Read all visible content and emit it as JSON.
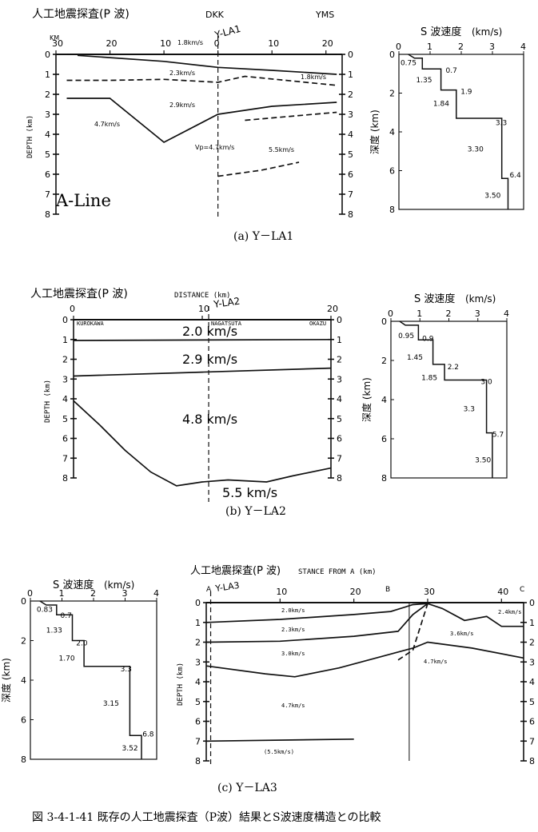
{
  "figure_caption": "図 3-4-1-41 既存の人工地震探査（P波）結果とS波速度構造との比較",
  "chart_data": [
    {
      "id": "a_p",
      "type": "line",
      "panel_caption": "(a) Y－LA1",
      "title": "人工地震探査(P 波)",
      "x_unit": "KM",
      "xlim": [
        30,
        -23
      ],
      "x_ticks": [
        "30",
        "20",
        "10",
        "0",
        "10",
        "20"
      ],
      "ylabel": "DEPTH (km)",
      "ylim": [
        0,
        8
      ],
      "y_ticks": [
        "0",
        "1",
        "2",
        "3",
        "4",
        "5",
        "6",
        "7",
        "8"
      ],
      "line_name": "A-Line",
      "stations": [
        "DKK",
        "YMS",
        "Y-LA1"
      ],
      "velocities": [
        "1.8km/s",
        "2.3km/s",
        "1.8km/s",
        "2.9km/s",
        "4.7km/s",
        "Vp=4.7km/s",
        "5.5km/s"
      ],
      "series": [
        {
          "values": [
            [
              28,
              0
            ],
            [
              0,
              0
            ],
            [
              -22,
              0
            ]
          ]
        },
        {
          "values": [
            [
              26,
              0.05
            ],
            [
              10,
              0.35
            ],
            [
              0,
              0.65
            ],
            [
              -10,
              0.8
            ],
            [
              -22,
              1.0
            ]
          ]
        },
        {
          "values": [
            [
              28,
              1.3
            ],
            [
              20,
              1.3
            ],
            [
              10,
              1.25
            ],
            [
              0,
              1.4
            ],
            [
              -5,
              1.1
            ],
            [
              -22,
              1.55
            ]
          ],
          "dashed_parts": true
        },
        {
          "values": [
            [
              28,
              2.2
            ],
            [
              20,
              2.2
            ],
            [
              10,
              4.4
            ],
            [
              0,
              3.0
            ],
            [
              -10,
              2.6
            ],
            [
              -22,
              2.4
            ]
          ]
        },
        {
          "values": [
            [
              -5,
              3.3
            ],
            [
              -22,
              2.9
            ]
          ],
          "dashed_parts": true
        },
        {
          "values": [
            [
              0,
              6.1
            ],
            [
              -8,
              5.8
            ],
            [
              -15,
              5.4
            ]
          ],
          "dashed_parts": true
        }
      ]
    },
    {
      "id": "a_s",
      "type": "line",
      "title": "S 波速度",
      "unit": "(km/s)",
      "ylabel": "深度 (km)",
      "xlim": [
        0,
        4
      ],
      "ylim": [
        0,
        8
      ],
      "x_ticks": [
        "0",
        "1",
        "2",
        "3",
        "4"
      ],
      "y_ticks": [
        "0",
        "2",
        "4",
        "6",
        "8"
      ],
      "profile": [
        [
          0.3,
          0
        ],
        [
          0.5,
          0.2
        ],
        [
          0.75,
          0.2
        ],
        [
          0.75,
          0.75
        ],
        [
          1.35,
          0.75
        ],
        [
          1.35,
          1.84
        ],
        [
          1.84,
          1.84
        ],
        [
          1.84,
          3.3
        ],
        [
          3.3,
          3.3
        ],
        [
          3.3,
          6.4
        ],
        [
          3.5,
          6.4
        ],
        [
          3.5,
          8
        ]
      ],
      "labels": [
        "0.75",
        "0.7",
        "1.35",
        "1.9",
        "1.84",
        "3.3",
        "3.30",
        "6.4",
        "3.50"
      ]
    },
    {
      "id": "b_p",
      "type": "line",
      "panel_caption": "(b) Y－LA2",
      "title": "人工地震探査(P 波)",
      "xlabel": "DISTANCE (km)",
      "xlim": [
        0,
        20
      ],
      "x_ticks": [
        "0",
        "10",
        "20"
      ],
      "ylabel": "DEPTH (km)",
      "ylim": [
        0,
        8
      ],
      "y_ticks": [
        "0",
        "1",
        "2",
        "3",
        "4",
        "5",
        "6",
        "7",
        "8"
      ],
      "stations": [
        "KUROKAWA",
        "NAGATSUTA",
        "OKAZU",
        "Y-LA2"
      ],
      "velocities": [
        "2.0 km/s",
        "2.9 km/s",
        "4.8 km/s",
        "5.5 km/s"
      ],
      "series": [
        {
          "values": [
            [
              0,
              0
            ],
            [
              20,
              0
            ]
          ]
        },
        {
          "values": [
            [
              0,
              1.05
            ],
            [
              20,
              1.0
            ]
          ]
        },
        {
          "values": [
            [
              0,
              2.85
            ],
            [
              10,
              2.65
            ],
            [
              20,
              2.45
            ]
          ]
        },
        {
          "values": [
            [
              0,
              4.1
            ],
            [
              2,
              5.3
            ],
            [
              4,
              6.6
            ],
            [
              6,
              7.7
            ],
            [
              8,
              8.4
            ],
            [
              10,
              8.2
            ],
            [
              12,
              8.1
            ],
            [
              15,
              8.2
            ],
            [
              17,
              7.9
            ],
            [
              20,
              7.5
            ]
          ]
        }
      ]
    },
    {
      "id": "b_s",
      "type": "line",
      "title": "S 波速度",
      "unit": "(km/s)",
      "ylabel": "深度 (km)",
      "xlim": [
        0,
        4
      ],
      "ylim": [
        0,
        8
      ],
      "x_ticks": [
        "0",
        "1",
        "2",
        "3",
        "4"
      ],
      "y_ticks": [
        "0",
        "2",
        "4",
        "6",
        "8"
      ],
      "profile": [
        [
          0.3,
          0
        ],
        [
          0.5,
          0.2
        ],
        [
          0.95,
          0.2
        ],
        [
          0.95,
          0.95
        ],
        [
          1.45,
          0.95
        ],
        [
          1.45,
          2.2
        ],
        [
          1.85,
          2.2
        ],
        [
          1.85,
          3.0
        ],
        [
          3.3,
          3.0
        ],
        [
          3.3,
          5.7
        ],
        [
          3.5,
          5.7
        ],
        [
          3.5,
          8
        ]
      ],
      "labels": [
        "0.95",
        "0.9",
        "1.45",
        "2.2",
        "1.85",
        "3.0",
        "3.3",
        "5.7",
        "3.50"
      ]
    },
    {
      "id": "c_s",
      "type": "line",
      "title": "S 波速度",
      "unit": "(km/s)",
      "ylabel": "深度 (km)",
      "xlim": [
        0,
        4
      ],
      "ylim": [
        0,
        8
      ],
      "x_ticks": [
        "0",
        "1",
        "2",
        "3",
        "4"
      ],
      "y_ticks": [
        "0",
        "2",
        "4",
        "6",
        "8"
      ],
      "profile": [
        [
          0.3,
          0
        ],
        [
          0.5,
          0.2
        ],
        [
          0.83,
          0.2
        ],
        [
          0.83,
          0.7
        ],
        [
          1.33,
          0.7
        ],
        [
          1.33,
          2.0
        ],
        [
          1.7,
          2.0
        ],
        [
          1.7,
          3.3
        ],
        [
          3.15,
          3.3
        ],
        [
          3.15,
          6.8
        ],
        [
          3.52,
          6.8
        ],
        [
          3.52,
          8
        ]
      ],
      "labels": [
        "0.83",
        "0.7",
        "1.33",
        "2.0",
        "1.70",
        "3.3",
        "3.15",
        "6.8",
        "3.52"
      ]
    },
    {
      "id": "c_p",
      "type": "line",
      "panel_caption": "(c) Y－LA3",
      "title": "人工地震探査(P 波)",
      "xlabel": "STANCE FROM A (km)",
      "xlim": [
        0,
        43
      ],
      "x_ticks": [
        "10",
        "20",
        "30",
        "40"
      ],
      "ylabel": "DEPTH (km)",
      "ylim": [
        0,
        8
      ],
      "y_ticks": [
        "0",
        "1",
        "2",
        "3",
        "4",
        "5",
        "6",
        "7",
        "8"
      ],
      "stations": [
        "A",
        "B",
        "C",
        "Y-LA3"
      ],
      "velocities": [
        "2.0km/s",
        "2.3km/s",
        "3.0km/s",
        "4.7km/s",
        "(5.5km/s)",
        "2.4km/s",
        "3.6km/s",
        "4.7km/s"
      ],
      "series": [
        {
          "values": [
            [
              0,
              1.0
            ],
            [
              10,
              0.85
            ],
            [
              20,
              0.6
            ],
            [
              25,
              0.45
            ],
            [
              28,
              0.1
            ],
            [
              30,
              0.05
            ],
            [
              32,
              0.3
            ],
            [
              35,
              0.9
            ],
            [
              38,
              0.7
            ],
            [
              40,
              1.2
            ],
            [
              43,
              1.2
            ]
          ]
        },
        {
          "values": [
            [
              0,
              2.0
            ],
            [
              10,
              1.95
            ],
            [
              20,
              1.7
            ],
            [
              26,
              1.45
            ],
            [
              28,
              0.6
            ],
            [
              30,
              0.05
            ]
          ]
        },
        {
          "values": [
            [
              0,
              3.2
            ],
            [
              8,
              3.6
            ],
            [
              12,
              3.75
            ],
            [
              18,
              3.3
            ],
            [
              24,
              2.7
            ],
            [
              28,
              2.3
            ],
            [
              30,
              2.0
            ],
            [
              36,
              2.3
            ],
            [
              43,
              2.8
            ]
          ]
        },
        {
          "values": [
            [
              26,
              2.9
            ],
            [
              28,
              2.4
            ],
            [
              30,
              0.05
            ]
          ],
          "dashed_parts": true
        },
        {
          "values": [
            [
              0,
              7.0
            ],
            [
              20,
              6.9
            ]
          ]
        }
      ]
    }
  ]
}
